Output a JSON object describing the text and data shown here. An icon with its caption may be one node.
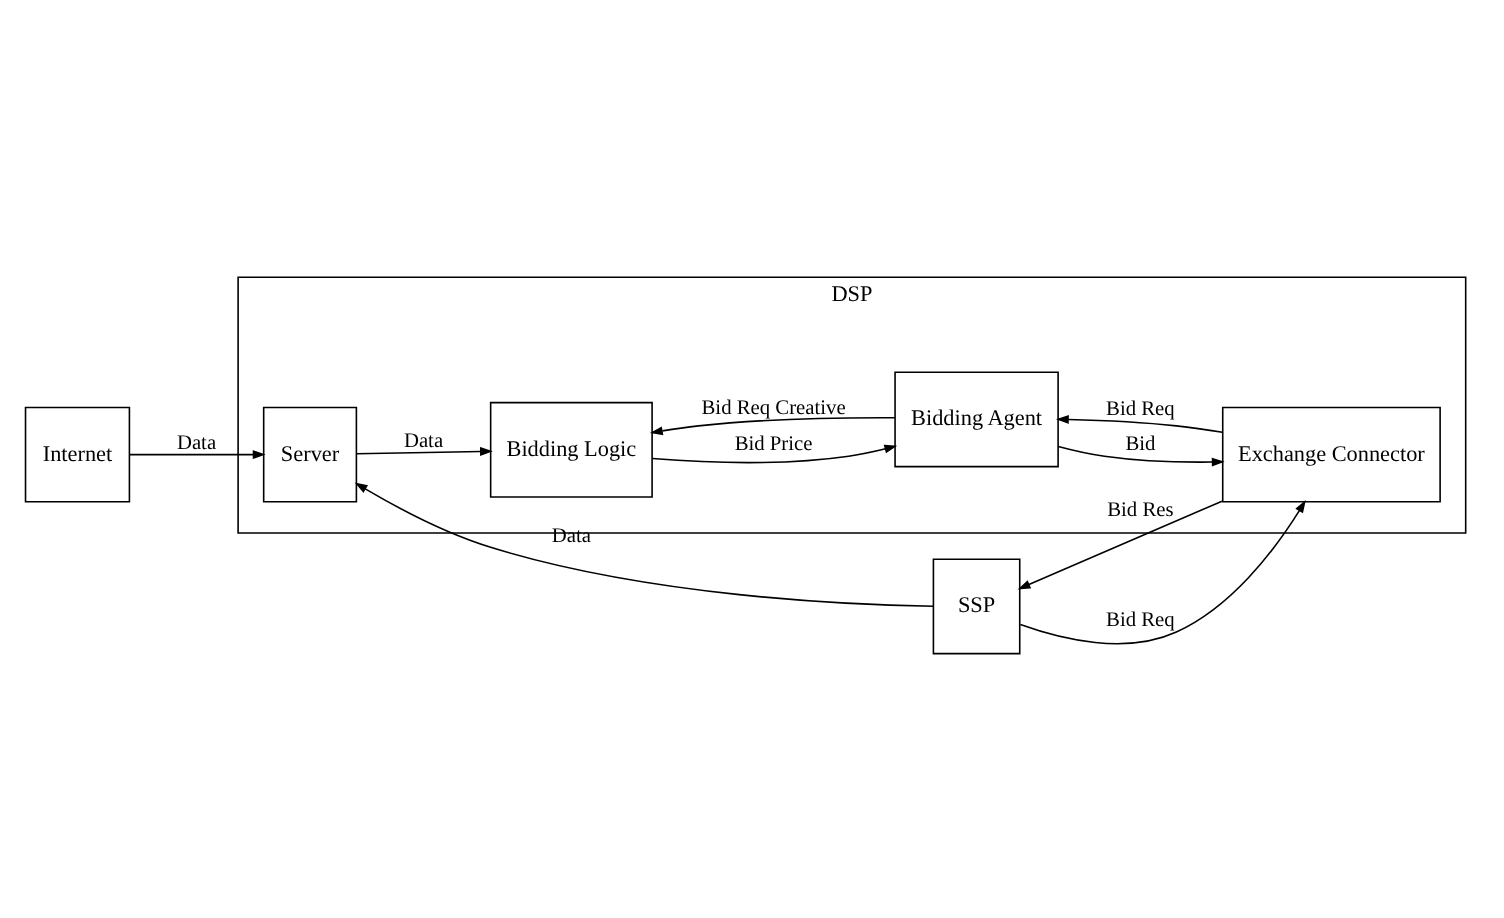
{
  "diagram": {
    "nodes": [
      {
        "text": [
          "DSP"
        ]
      },
      {
        "text": [
          "Bidding Logic"
        ],
        "in": 0
      },
      {
        "text": [
          "Bidding Agent"
        ],
        "in": 0
      },
      {
        "text": [
          "Exchange Connector"
        ],
        "in": 0
      },
      {
        "text": [
          "Server"
        ],
        "in": 0
      },
      {
        "text": [
          "SSP"
        ]
      },
      {
        "text": [
          "Internet"
        ]
      }
    ],
    "edges": [
      {
        "from": 2,
        "to": 1,
        "arrow": "to",
        "label": "Bid Req Creative"
      },
      {
        "from": 1,
        "to": 2,
        "arrow": "to",
        "label": "Bid Price"
      },
      {
        "from": 3,
        "to": 2,
        "arrow": "to",
        "label": "Bid Req"
      },
      {
        "from": 2,
        "to": 3,
        "arrow": "to",
        "label": "Bid"
      },
      {
        "from": 5,
        "to": 3,
        "arrow": "to",
        "label": "Bid Req"
      },
      {
        "from": 3,
        "to": 5,
        "arrow": "to",
        "label": "Bid Res"
      },
      {
        "from": 4,
        "to": 1,
        "arrow": "to",
        "label": "Data"
      },
      {
        "from": 5,
        "to": 4,
        "arrow": "to",
        "label": "Data"
      },
      {
        "from": 6,
        "to": 4,
        "arrow": "to",
        "label": "Data"
      }
    ]
  }
}
